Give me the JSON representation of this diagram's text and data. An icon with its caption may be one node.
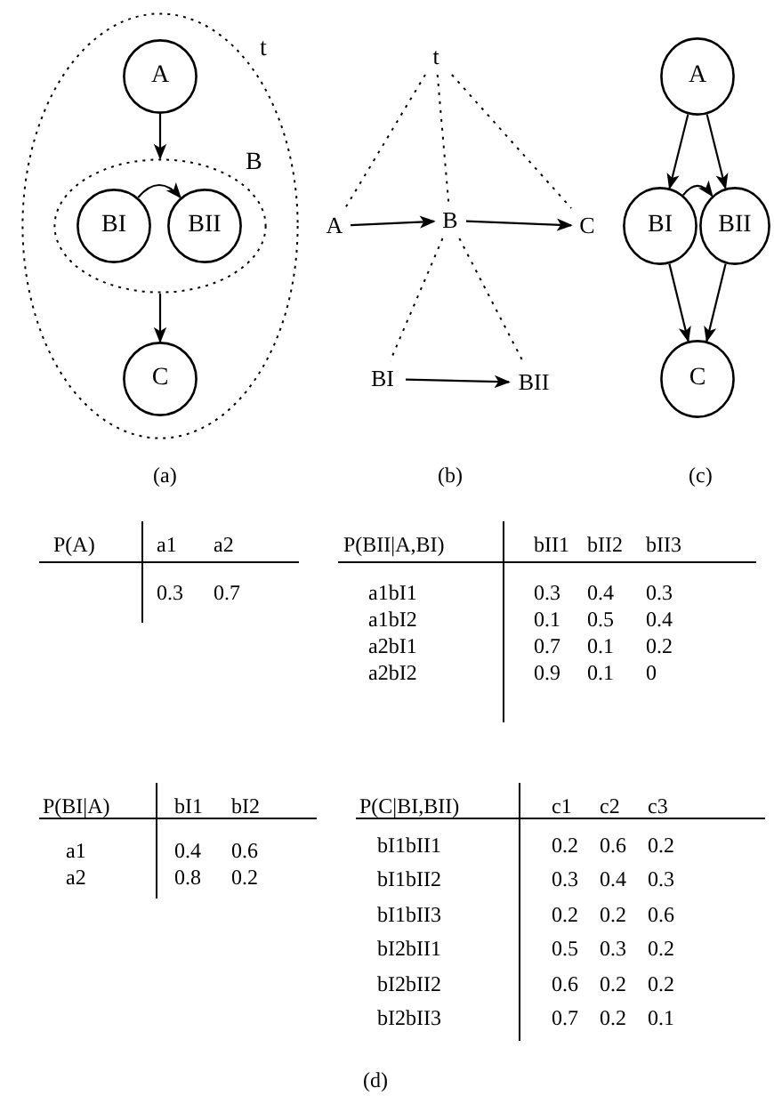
{
  "diagram": {
    "nodes": [
      {
        "text": [
          "t"
        ]
      },
      {
        "text": [
          "A"
        ],
        "in": 0
      },
      {
        "text": [
          "B"
        ],
        "in": 0
      },
      {
        "text": [
          "BI"
        ],
        "in": 2
      },
      {
        "text": [
          "BII"
        ],
        "in": 2
      },
      {
        "text": [
          "C"
        ],
        "in": 0
      },
      {
        "text": [
          "t"
        ]
      },
      {
        "text": [
          "A"
        ]
      },
      {
        "text": [
          "B"
        ]
      },
      {
        "text": [
          "C"
        ]
      },
      {
        "text": [
          "BI"
        ]
      },
      {
        "text": [
          "BII"
        ]
      },
      {
        "text": [
          "A"
        ]
      },
      {
        "text": [
          "BI"
        ]
      },
      {
        "text": [
          "BII"
        ]
      },
      {
        "text": [
          "C"
        ]
      }
    ],
    "edges": [
      {
        "from": 1,
        "to": 2,
        "arrow": "to"
      },
      {
        "from": 3,
        "to": 4,
        "arrow": "to"
      },
      {
        "from": 2,
        "to": 5,
        "arrow": "to"
      },
      {
        "from": 6,
        "to": 7,
        "arrow": "none",
        "style": "dashed"
      },
      {
        "from": 6,
        "to": 8,
        "arrow": "none",
        "style": "dashed"
      },
      {
        "from": 6,
        "to": 9,
        "arrow": "none",
        "style": "dashed"
      },
      {
        "from": 7,
        "to": 8,
        "arrow": "to"
      },
      {
        "from": 8,
        "to": 9,
        "arrow": "to"
      },
      {
        "from": 8,
        "to": 10,
        "arrow": "none",
        "style": "dashed"
      },
      {
        "from": 8,
        "to": 11,
        "arrow": "none",
        "style": "dashed"
      },
      {
        "from": 10,
        "to": 11,
        "arrow": "to"
      },
      {
        "from": 12,
        "to": 13,
        "arrow": "to"
      },
      {
        "from": 12,
        "to": 14,
        "arrow": "to"
      },
      {
        "from": 13,
        "to": 14,
        "arrow": "to"
      },
      {
        "from": 13,
        "to": 15,
        "arrow": "to"
      },
      {
        "from": 14,
        "to": 15,
        "arrow": "to"
      }
    ],
    "labels": [
      "(a)",
      "(b)",
      "(c)",
      "P(A)",
      "a1",
      "a2",
      "0.3",
      "0.7",
      "P(BII|A,BI)",
      "bII1",
      "bII2",
      "bII3",
      "a1bI1",
      "0.3",
      "0.4",
      "0.3",
      "a1bI2",
      "0.1",
      "0.5",
      "0.4",
      "a2bI1",
      "0.7",
      "0.1",
      "0.2",
      "a2bI2",
      "0.9",
      "0.1",
      "0",
      "P(BI|A)",
      "bI1",
      "bI2",
      "a1",
      "0.4",
      "0.6",
      "a2",
      "0.8",
      "0.2",
      "P(C|BI,BII)",
      "c1",
      "c2",
      "c3",
      "bI1bII1",
      "0.2",
      "0.6",
      "0.2",
      "bI1bII2",
      "0.3",
      "0.4",
      "0.3",
      "bI1bII3",
      "0.2",
      "0.2",
      "0.6",
      "bI2bII1",
      "0.5",
      "0.3",
      "0.2",
      "bI2bII2",
      "0.6",
      "0.2",
      "0.2",
      "bI2bII3",
      "0.7",
      "0.2",
      "0.1",
      "(d)"
    ]
  }
}
